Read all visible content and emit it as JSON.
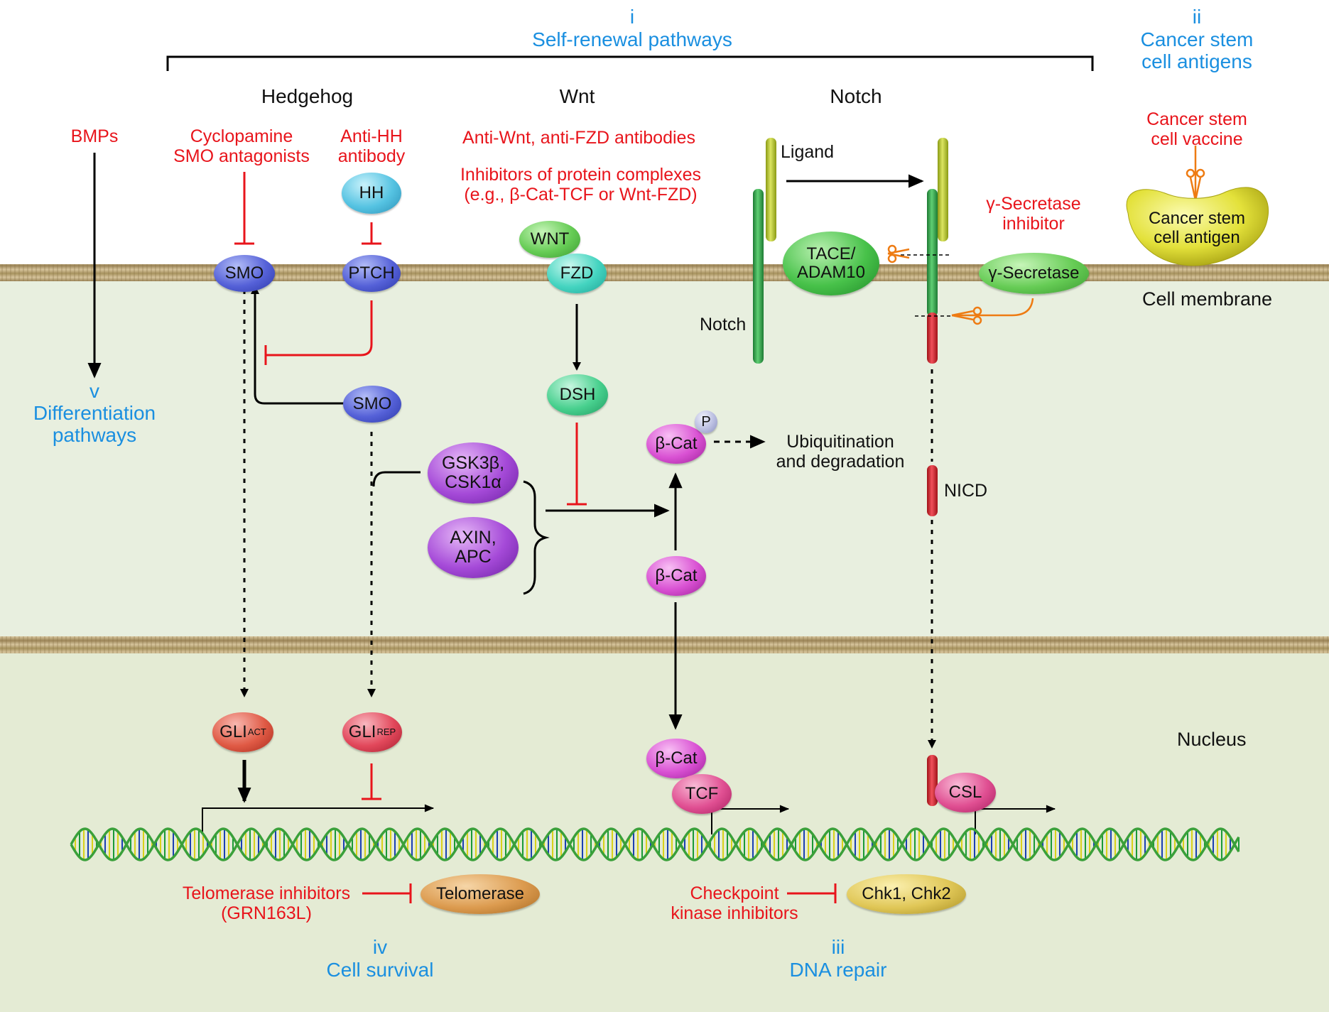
{
  "sections": {
    "i": {
      "numeral": "i",
      "title": "Self-renewal pathways"
    },
    "ii": {
      "numeral": "ii",
      "title": "Cancer stem\ncell antigens"
    },
    "iii": {
      "numeral": "iii",
      "title": "DNA repair"
    },
    "iv": {
      "numeral": "iv",
      "title": "Cell survival"
    },
    "v": {
      "numeral": "v",
      "title": "Differentiation\npathways"
    }
  },
  "pathways": {
    "hedgehog": "Hedgehog",
    "wnt": "Wnt",
    "notch": "Notch"
  },
  "inhibitors": {
    "bmps": "BMPs",
    "cyclopamine": "Cyclopamine\nSMO antagonists",
    "anti_hh": "Anti-HH\nantibody",
    "anti_wnt": "Anti-Wnt, anti-FZD antibodies",
    "protein_complex": "Inhibitors of protein complexes\n(e.g., β-Cat-TCF or Wnt-FZD)",
    "gamma_secretase": "γ-Secretase\ninhibitor",
    "vaccine": "Cancer stem\ncell vaccine",
    "telomerase": "Telomerase inhibitors\n(GRN163L)",
    "checkpoint": "Checkpoint\nkinase inhibitors"
  },
  "labels": {
    "ligand": "Ligand",
    "notch": "Notch",
    "nicd": "NICD",
    "cell_membrane": "Cell membrane",
    "nucleus": "Nucleus",
    "ubiquitination": "Ubiquitination\nand degradation"
  },
  "nodes": {
    "hh": "HH",
    "smo_membrane": "SMO",
    "ptch": "PTCH",
    "smo_cytoplasm": "SMO",
    "wnt": "WNT",
    "fzd": "FZD",
    "dsh": "DSH",
    "gsk": "GSK3β,\nCSK1α",
    "axin": "AXIN,\nAPC",
    "bcat_p": "β-Cat",
    "phospho": "P",
    "bcat_mid": "β-Cat",
    "bcat_nuc": "β-Cat",
    "tcf": "TCF",
    "tace": "TACE/\nADAM10",
    "gamma": "γ-Secretase",
    "csl": "CSL",
    "cancer_antigen": "Cancer stem\ncell antigen",
    "gli_act": "GLI",
    "gli_act_sup": "ACT",
    "gli_rep": "GLI",
    "gli_rep_sup": "REP",
    "telomerase": "Telomerase",
    "chk": "Chk1, Chk2"
  },
  "colors": {
    "inhibitor_text": "#e8141b",
    "section_text": "#1a8fe0",
    "membrane": "#b8a27a",
    "cytoplasm": "#e7eedc",
    "nucleoplasm": "#e3ead2"
  }
}
